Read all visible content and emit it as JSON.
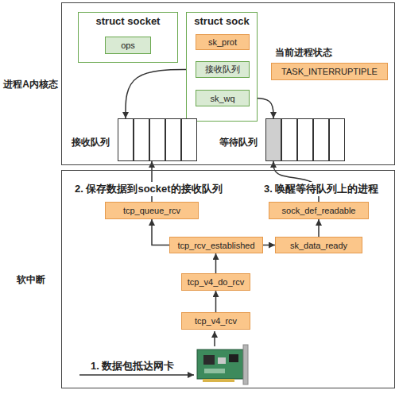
{
  "diagram": {
    "nodes": [
      {
        "text": [
          "进程A内核态"
        ]
      },
      {
        "text": [
          "struct socket"
        ],
        "in": 0
      },
      {
        "text": [
          "ops"
        ],
        "in": 1
      },
      {
        "text": [
          "struct sock"
        ],
        "in": 0
      },
      {
        "text": [
          "sk_prot"
        ],
        "in": 3
      },
      {
        "text": [
          "接收队列"
        ],
        "in": 3
      },
      {
        "text": [
          "sk_wq"
        ],
        "in": 3
      },
      {
        "text": [
          "当前进程状态",
          "TASK_INTERRUPTIPLE"
        ],
        "in": 0
      },
      {
        "text": [
          "接收队列"
        ],
        "in": 0
      },
      {
        "text": [
          "等待队列"
        ],
        "in": 0
      },
      {
        "text": [
          "软中断"
        ]
      },
      {
        "text": [
          "tcp_queue_rcv"
        ],
        "in": 10
      },
      {
        "text": [
          "sock_def_readable"
        ],
        "in": 10
      },
      {
        "text": [
          "tcp_rcv_established"
        ],
        "in": 10
      },
      {
        "text": [
          "sk_data_ready"
        ],
        "in": 10
      },
      {
        "text": [
          "tcp_v4_do_rcv"
        ],
        "in": 10
      },
      {
        "text": [
          "tcp_v4_rcv"
        ],
        "in": 10
      }
    ],
    "edges": [
      {
        "from": 5,
        "to": 8,
        "arrow": "to"
      },
      {
        "from": 6,
        "to": 9,
        "arrow": "to"
      },
      {
        "from": 11,
        "to": 8,
        "arrow": "to"
      },
      {
        "from": 12,
        "to": 9,
        "arrow": "to"
      },
      {
        "from": 16,
        "to": 15,
        "arrow": "to"
      },
      {
        "from": 15,
        "to": 13,
        "arrow": "to"
      },
      {
        "from": 13,
        "to": 11,
        "arrow": "to"
      },
      {
        "from": 13,
        "to": 14,
        "arrow": "to"
      },
      {
        "from": 14,
        "to": 12,
        "arrow": "to"
      }
    ],
    "labels": [
      "2. 保存数据到socket的接收队列",
      "3. 唤醒等待队列上的进程",
      "1. 数据包抵达网卡"
    ]
  }
}
